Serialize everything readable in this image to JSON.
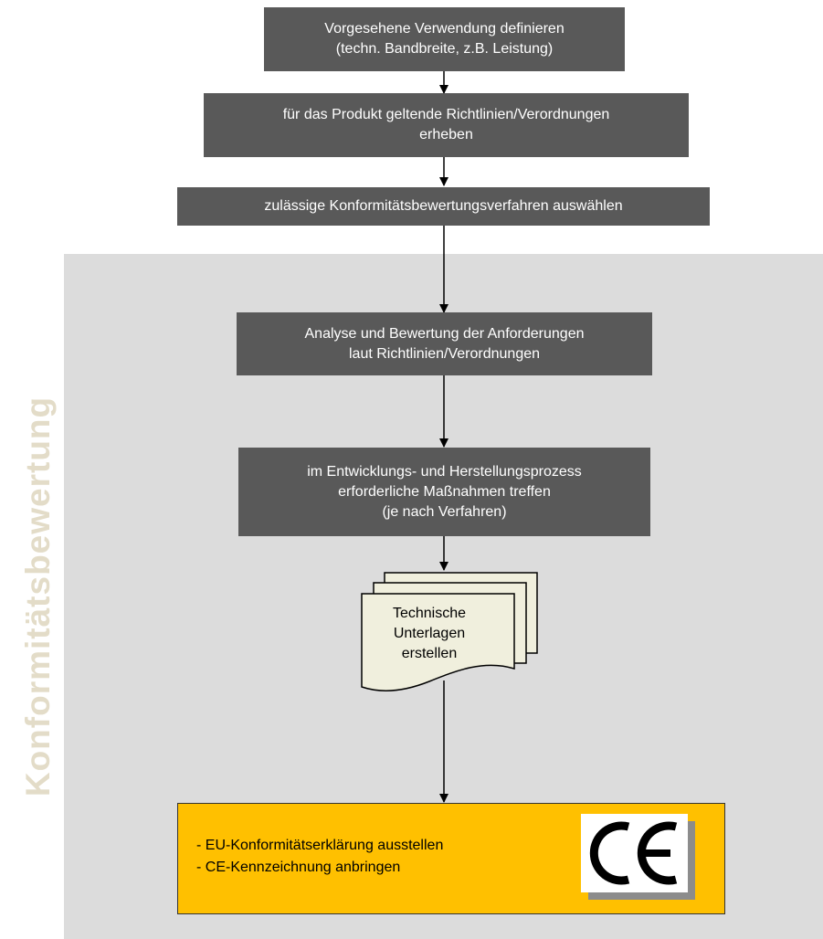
{
  "side_label": "Konformitätsbewertung",
  "steps": [
    {
      "text": "Vorgesehene Verwendung definieren\n(techn. Bandbreite, z.B. Leistung)"
    },
    {
      "text": "für das Produkt  geltende Richtlinien/Verordnungen\nerheben"
    },
    {
      "text": "zulässige Konformitätsbewertungsverfahren auswählen"
    },
    {
      "text": "Analyse und Bewertung der Anforderungen\nlaut Richtlinien/Verordnungen"
    },
    {
      "text": "im Entwicklungs- und  Herstellungsprozess\nerforderliche Maßnahmen treffen\n(je nach Verfahren)"
    }
  ],
  "document": {
    "text": "Technische\nUnterlagen\nerstellen"
  },
  "final": {
    "items": [
      "- EU-Konformitätserklärung ausstellen",
      "- CE-Kennzeichnung anbringen"
    ],
    "mark": "CE"
  },
  "colors": {
    "box": "#595959",
    "background_region": "#dcdcdc",
    "final_box": "#ffc000",
    "document": "#f0efdd",
    "side_label": "#e3dcc8"
  }
}
